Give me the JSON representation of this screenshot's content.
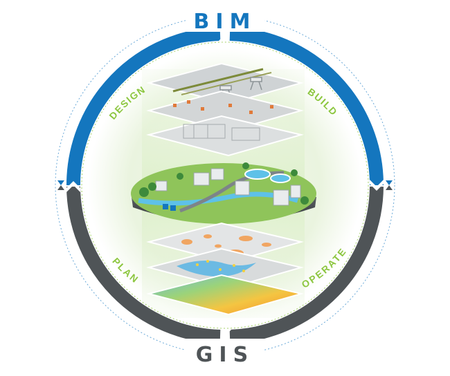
{
  "diagram": {
    "top_title": "BIM",
    "bottom_title": "GIS",
    "phases": {
      "design": "DESIGN",
      "build": "BUILD",
      "plan": "PLAN",
      "operate": "OPERATE"
    },
    "colors": {
      "bim_blue": "#1476be",
      "gis_dark": "#4f5457",
      "label_green": "#8cc63f",
      "inner_glow": "#e4f1d7"
    }
  }
}
